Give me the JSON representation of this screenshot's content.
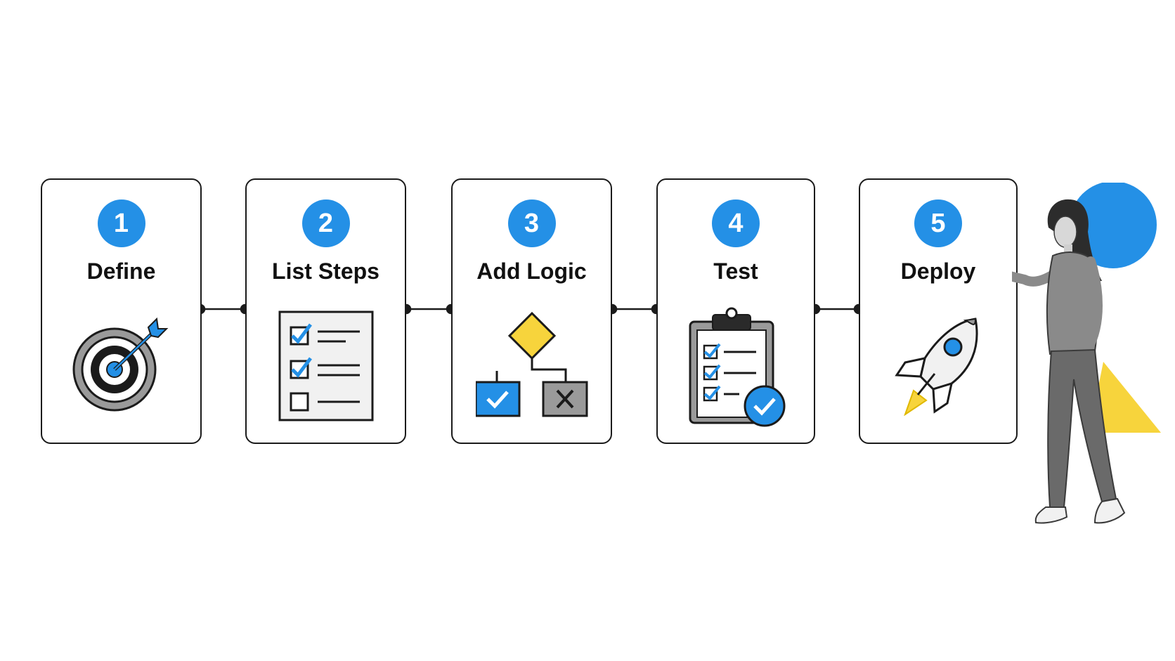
{
  "colors": {
    "accent_blue": "#2490e6",
    "accent_yellow": "#f7d43c",
    "line": "#1b1b1b",
    "grey": "#9a9a9a"
  },
  "steps": [
    {
      "number": "1",
      "title": "Define",
      "icon": "target-icon"
    },
    {
      "number": "2",
      "title": "List Steps",
      "icon": "checklist-icon"
    },
    {
      "number": "3",
      "title": "Add Logic",
      "icon": "flowchart-icon"
    },
    {
      "number": "4",
      "title": "Test",
      "icon": "clipboard-check-icon"
    },
    {
      "number": "5",
      "title": "Deploy",
      "icon": "rocket-icon"
    }
  ]
}
